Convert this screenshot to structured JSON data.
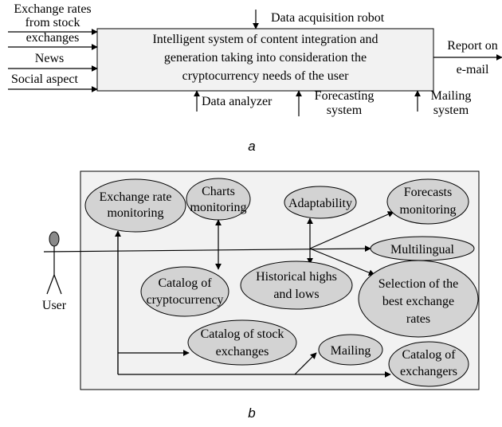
{
  "diagram_a": {
    "main_box": {
      "line1": "Intelligent system of content integration and",
      "line2": "generation taking into consideration the",
      "line3": "cryptocurrency needs of the user"
    },
    "inputs": {
      "exchange_rates_line1": "Exchange rates",
      "exchange_rates_line2": "from stock",
      "exchange_rates_line3": "exchanges",
      "news": "News",
      "social": "Social aspect"
    },
    "top_control": "Data acquisition robot",
    "output": {
      "line1": "Report on",
      "line2": "e-mail"
    },
    "mechanisms": {
      "data_analyzer": "Data analyzer",
      "forecasting_line1": "Forecasting",
      "forecasting_line2": "system",
      "mailing_line1": "Mailing",
      "mailing_line2": "system"
    },
    "caption": "a"
  },
  "diagram_b": {
    "actor": "User",
    "use_cases": {
      "exchange_rate_monitoring": [
        "Exchange rate",
        "monitoring"
      ],
      "charts_monitoring": [
        "Charts",
        "monitoring"
      ],
      "adaptability": [
        "Adaptability"
      ],
      "forecasts_monitoring": [
        "Forecasts",
        "monitoring"
      ],
      "multilingual": [
        "Multilingual"
      ],
      "catalog_crypto": [
        "Catalog of",
        "cryptocurrency"
      ],
      "historical": [
        "Historical highs",
        "and lows"
      ],
      "selection": [
        "Selection of the",
        "best exchange",
        "rates"
      ],
      "catalog_stock": [
        "Catalog of stock",
        "exchanges"
      ],
      "mailing": [
        "Mailing"
      ],
      "catalog_exchangers": [
        "Catalog of",
        "exchangers"
      ]
    },
    "caption": "b"
  }
}
